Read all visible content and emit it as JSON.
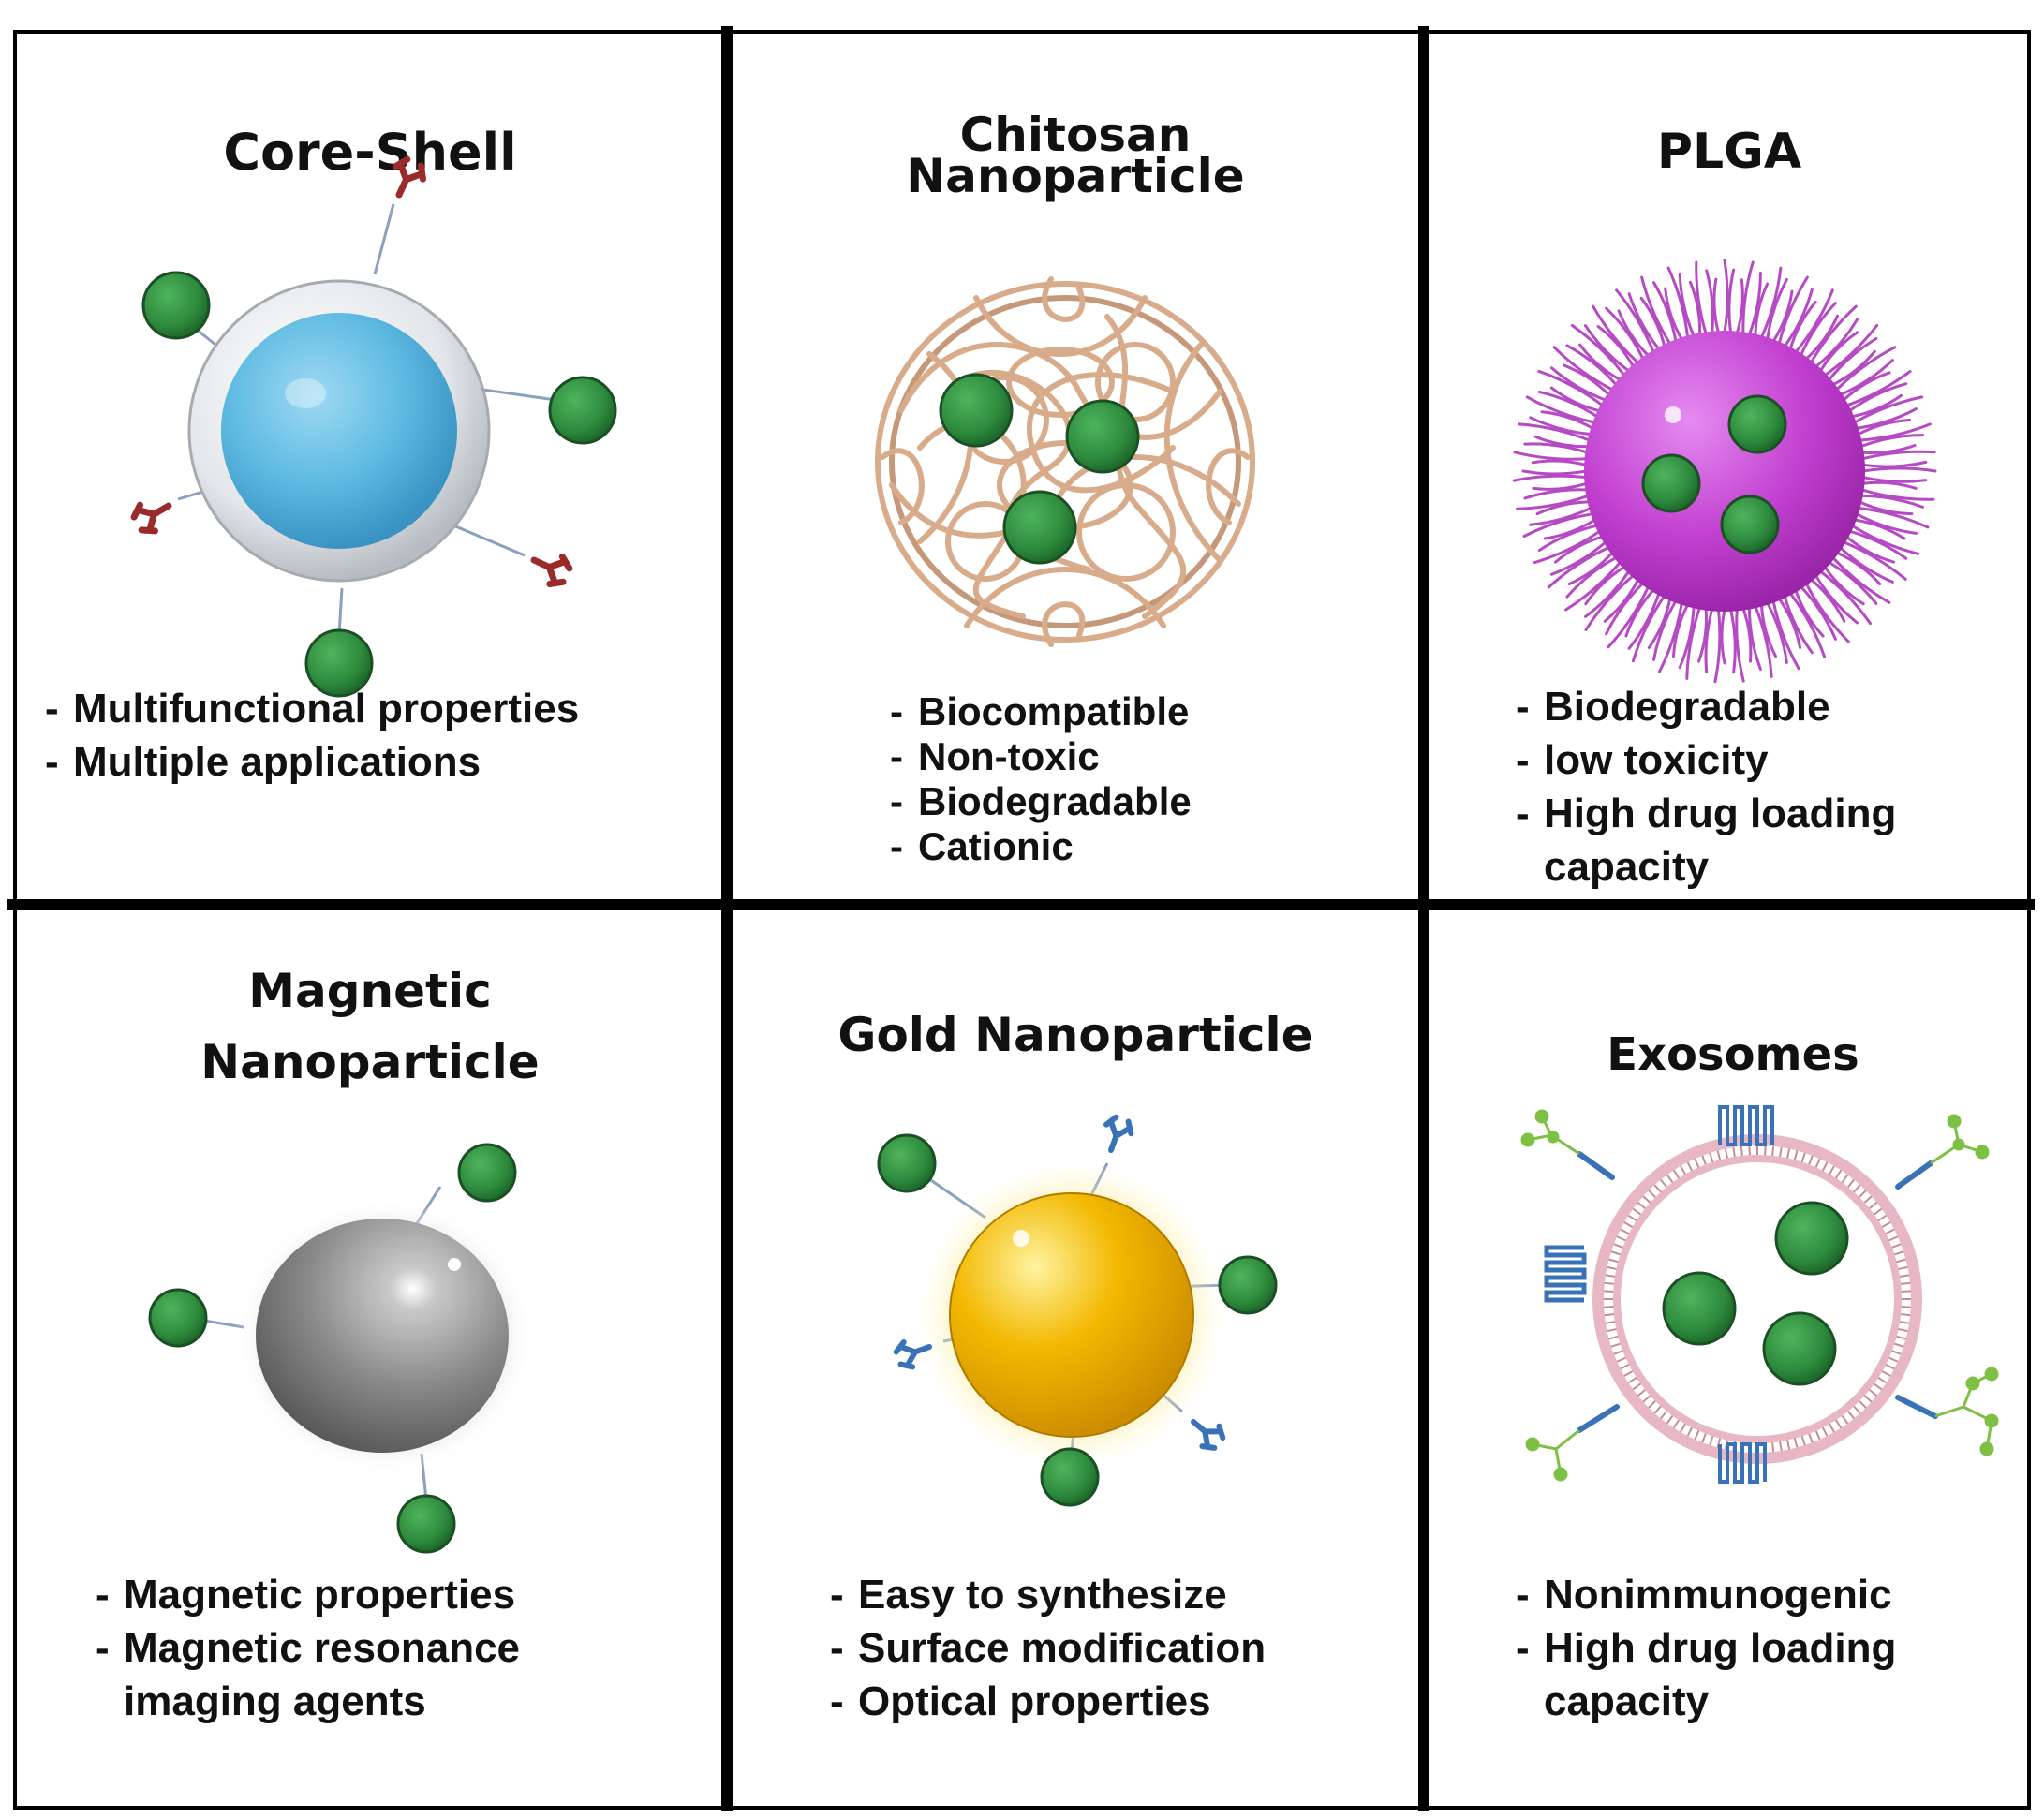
{
  "panels": [
    {
      "id": "core-shell",
      "title_lines": [
        "Core-Shell"
      ],
      "bullets": [
        "Multifunctional properties",
        "Multiple applications"
      ]
    },
    {
      "id": "chitosan",
      "title_lines": [
        "Chitosan",
        "Nanoparticle"
      ],
      "bullets": [
        "Biocompatible",
        "Non-toxic",
        "Biodegradable",
        "Cationic"
      ]
    },
    {
      "id": "plga",
      "title_lines": [
        "PLGA"
      ],
      "bullets": [
        "Biodegradable",
        "low toxicity",
        "High drug loading",
        "capacity"
      ]
    },
    {
      "id": "magnetic",
      "title_lines": [
        "Magnetic",
        "Nanoparticle"
      ],
      "bullets": [
        "Magnetic properties",
        "Magnetic resonance",
        "imaging agents"
      ]
    },
    {
      "id": "gold",
      "title_lines": [
        "Gold Nanoparticle"
      ],
      "bullets": [
        "Easy to synthesize",
        "Surface modification",
        "Optical properties"
      ]
    },
    {
      "id": "exosomes",
      "title_lines": [
        "Exosomes"
      ],
      "bullets": [
        "Nonimmunogenic",
        "High drug loading",
        "capacity"
      ]
    }
  ],
  "colors": {
    "border": "#000000",
    "drug_particle": "#2e8b3e",
    "core_shell_core": "#5bb8e0",
    "core_shell_shell": "#d8dce0",
    "chitosan_fiber": "#d8ab8a",
    "plga_body": "#c13fd0",
    "magnetic_body": "#8a8a8a",
    "gold_body": "#f2b800",
    "exosome_membrane": "#f2d6dc",
    "antibody_red": "#9b2a2a",
    "antibody_blue": "#3a72b8",
    "glycan_green": "#7dc043"
  }
}
